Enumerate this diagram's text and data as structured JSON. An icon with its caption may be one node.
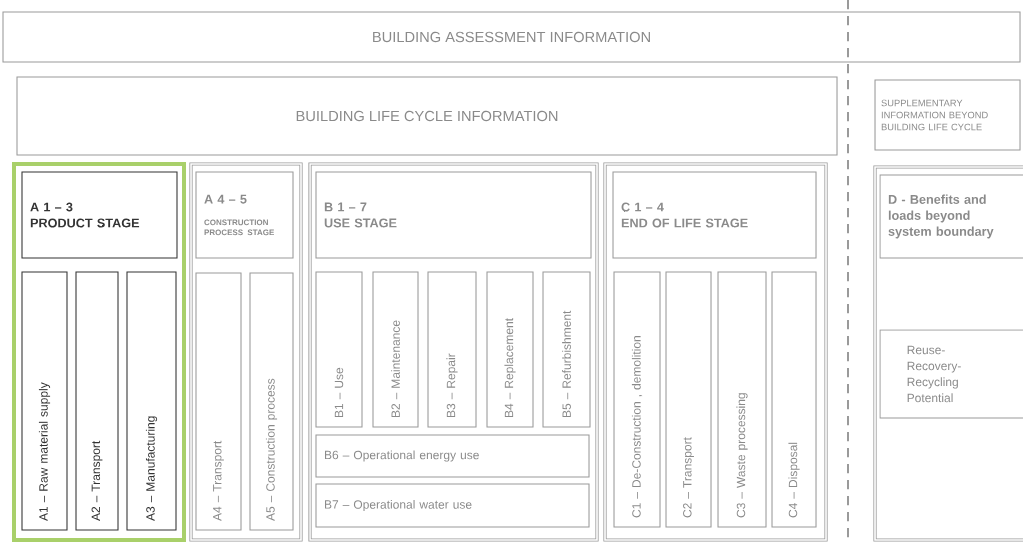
{
  "diagram": {
    "nodes": [
      {
        "text": [
          "BUILDING ASSESSMENT INFORMATION"
        ]
      },
      {
        "text": [
          "BUILDING LIFE CYCLE INFORMATION"
        ]
      },
      {
        "text": [
          "SUPPLEMENTARY INFORMATION BEYOND BUILDING LIFE CYCLE"
        ]
      },
      {
        "text": [],
        "shape": "box"
      },
      {
        "text": [
          "A 1 – 3",
          "PRODUCT STAGE"
        ],
        "in": 3
      },
      {
        "text": [
          "A1 – Raw material supply"
        ],
        "in": 3
      },
      {
        "text": [
          "A2 – Transport"
        ],
        "in": 3
      },
      {
        "text": [
          "A3 – Manufacturing"
        ],
        "in": 3
      },
      {
        "text": [],
        "shape": "box"
      },
      {
        "text": [
          "A 4 – 5",
          "CONSTRUCTION PROCESS STAGE"
        ],
        "in": 8
      },
      {
        "text": [
          "A4 – Transport"
        ],
        "in": 8
      },
      {
        "text": [
          "A5 – Construction process"
        ],
        "in": 8
      },
      {
        "text": [],
        "shape": "box"
      },
      {
        "text": [
          "B 1 – 7",
          "USE STAGE"
        ],
        "in": 12
      },
      {
        "text": [
          "B1 – Use"
        ],
        "in": 12
      },
      {
        "text": [
          "B2 – Maintenance"
        ],
        "in": 12
      },
      {
        "text": [
          "B3 – Repair"
        ],
        "in": 12
      },
      {
        "text": [
          "B4 – Replacement"
        ],
        "in": 12
      },
      {
        "text": [
          "B5 – Refurbishment"
        ],
        "in": 12
      },
      {
        "text": [
          "B6 – Operational energy use"
        ],
        "in": 12
      },
      {
        "text": [
          "B7 – Operational water use"
        ],
        "in": 12
      },
      {
        "text": [],
        "shape": "box"
      },
      {
        "text": [
          "C 1 – 4",
          "END OF LIFE STAGE"
        ],
        "in": 21
      },
      {
        "text": [
          "C1 – De-Construction , demolition"
        ],
        "in": 21
      },
      {
        "text": [
          "C2 – Transport"
        ],
        "in": 21
      },
      {
        "text": [
          "C3 – Waste processing"
        ],
        "in": 21
      },
      {
        "text": [
          "C4 – Disposal"
        ],
        "in": 21
      },
      {
        "text": [],
        "shape": "box"
      },
      {
        "text": [
          "D - Benefits and loads beyond system boundary"
        ],
        "in": 27
      },
      {
        "text": [
          "Reuse- Recovery- Recycling Potential"
        ],
        "in": 27
      }
    ]
  }
}
